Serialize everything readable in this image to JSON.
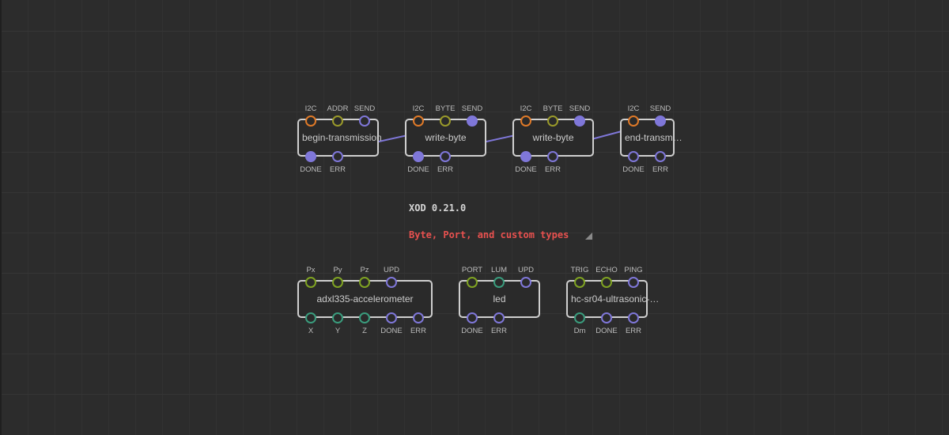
{
  "colors": {
    "pulse": "#7f77d9",
    "port_i2c": "#e07a28",
    "byte": "#9a9a2a",
    "number": "#7fa322",
    "teal": "#3a9c7d",
    "node_border": "#cfcfcf",
    "comment_accent": "#e8514f"
  },
  "nodes": [
    {
      "id": "begin-transmission",
      "title": "begin-transmission",
      "inputs": [
        {
          "label": "I2C",
          "type": "port_i2c"
        },
        {
          "label": "ADDR",
          "type": "byte"
        },
        {
          "label": "SEND",
          "type": "pulse"
        }
      ],
      "outputs": [
        {
          "label": "DONE",
          "type": "pulse",
          "filled": true
        },
        {
          "label": "ERR",
          "type": "pulse"
        }
      ]
    },
    {
      "id": "write-byte-1",
      "title": "write-byte",
      "inputs": [
        {
          "label": "I2C",
          "type": "port_i2c"
        },
        {
          "label": "BYTE",
          "type": "byte"
        },
        {
          "label": "SEND",
          "type": "pulse",
          "filled": true
        }
      ],
      "outputs": [
        {
          "label": "DONE",
          "type": "pulse",
          "filled": true
        },
        {
          "label": "ERR",
          "type": "pulse"
        }
      ]
    },
    {
      "id": "write-byte-2",
      "title": "write-byte",
      "inputs": [
        {
          "label": "I2C",
          "type": "port_i2c"
        },
        {
          "label": "BYTE",
          "type": "byte"
        },
        {
          "label": "SEND",
          "type": "pulse",
          "filled": true
        }
      ],
      "outputs": [
        {
          "label": "DONE",
          "type": "pulse",
          "filled": true
        },
        {
          "label": "ERR",
          "type": "pulse"
        }
      ]
    },
    {
      "id": "end-transmission",
      "title": "end-transm…",
      "inputs": [
        {
          "label": "I2C",
          "type": "port_i2c"
        },
        {
          "label": "SEND",
          "type": "pulse",
          "filled": true
        }
      ],
      "outputs": [
        {
          "label": "DONE",
          "type": "pulse"
        },
        {
          "label": "ERR",
          "type": "pulse"
        }
      ]
    },
    {
      "id": "adxl335-accelerometer",
      "title": "adxl335-accelerometer",
      "inputs": [
        {
          "label": "Px",
          "type": "number"
        },
        {
          "label": "Py",
          "type": "number"
        },
        {
          "label": "Pz",
          "type": "number"
        },
        {
          "label": "UPD",
          "type": "pulse"
        }
      ],
      "outputs": [
        {
          "label": "X",
          "type": "teal"
        },
        {
          "label": "Y",
          "type": "teal"
        },
        {
          "label": "Z",
          "type": "teal"
        },
        {
          "label": "DONE",
          "type": "pulse"
        },
        {
          "label": "ERR",
          "type": "pulse"
        }
      ]
    },
    {
      "id": "led",
      "title": "led",
      "inputs": [
        {
          "label": "PORT",
          "type": "number"
        },
        {
          "label": "LUM",
          "type": "teal"
        },
        {
          "label": "UPD",
          "type": "pulse"
        }
      ],
      "outputs": [
        {
          "label": "DONE",
          "type": "pulse"
        },
        {
          "label": "ERR",
          "type": "pulse"
        }
      ]
    },
    {
      "id": "hc-sr04-ultrasonic",
      "title": "hc-sr04-ultrasonic-…",
      "inputs": [
        {
          "label": "TRIG",
          "type": "number"
        },
        {
          "label": "ECHO",
          "type": "number"
        },
        {
          "label": "PING",
          "type": "pulse"
        }
      ],
      "outputs": [
        {
          "label": "Dm",
          "type": "teal"
        },
        {
          "label": "DONE",
          "type": "pulse"
        },
        {
          "label": "ERR",
          "type": "pulse"
        }
      ]
    }
  ],
  "links": [
    {
      "from": "begin-transmission.DONE",
      "to": "write-byte-1.SEND"
    },
    {
      "from": "write-byte-1.DONE",
      "to": "write-byte-2.SEND"
    },
    {
      "from": "write-byte-2.DONE",
      "to": "end-transmission.SEND"
    }
  ],
  "comment": {
    "title": "XOD 0.21.0",
    "subtitle": "Byte, Port, and custom types"
  }
}
